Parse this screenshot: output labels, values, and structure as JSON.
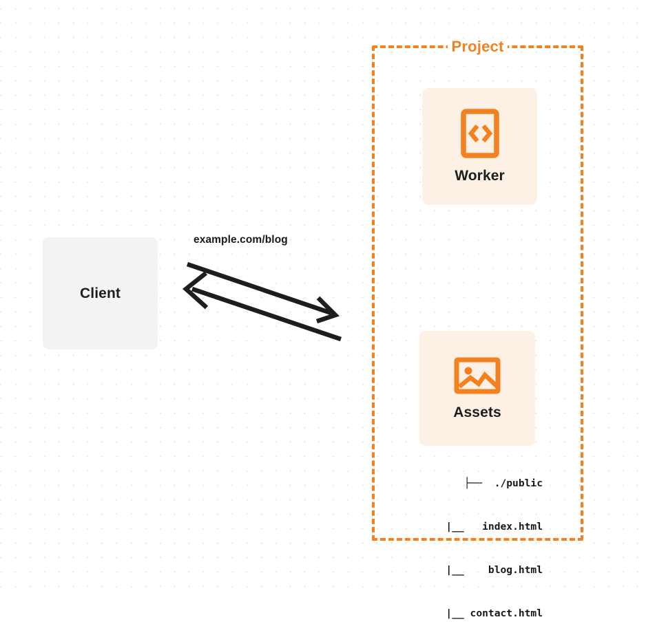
{
  "colors": {
    "accent_orange": "#f48120",
    "node_peach": "#fdf1e6",
    "node_gray": "#f2f3f5",
    "text_dark": "#1d1d1b",
    "dot_grid": "#ebebec",
    "arrow_black": "#1d1d1b"
  },
  "client": {
    "label": "Client",
    "icon": "none"
  },
  "connection": {
    "request_label": "example.com/blog",
    "arrows": [
      {
        "name": "client-to-project-request",
        "direction": "right"
      },
      {
        "name": "project-to-client-response",
        "direction": "left"
      }
    ]
  },
  "project": {
    "title": "Project",
    "nodes": [
      {
        "id": "worker",
        "label": "Worker",
        "icon": "code-brackets-icon"
      },
      {
        "id": "assets",
        "label": "Assets",
        "icon": "image-icon"
      }
    ],
    "file_tree": [
      "├──  ./public",
      "  |__   index.html",
      "  |__    blog.html",
      "  |__ contact.html"
    ]
  }
}
